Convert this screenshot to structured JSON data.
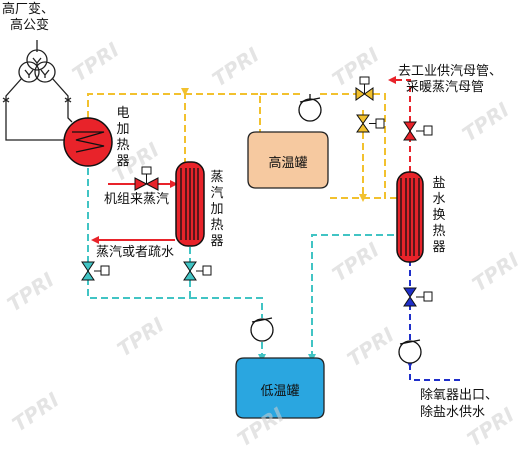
{
  "watermark": "TPRI",
  "labels": {
    "transformer": [
      "高厂变、",
      "高公变"
    ],
    "electric_heater": "电加热器",
    "steam_heater": "蒸汽加热器",
    "unit_steam_in": "机组来蒸汽",
    "steam_or_drain": "蒸汽或者疏水",
    "high_temp_tank": "高温罐",
    "low_temp_tank": "低温罐",
    "brine_exchanger": "盐水换热器",
    "to_supply": [
      "去工业供汽母管、",
      "采暖蒸汽母管"
    ],
    "from_deaerator": [
      "除氧器出口、",
      "除盐水供水"
    ]
  },
  "colors": {
    "salt_hot": "#f2c12e",
    "salt_cold": "#41c4c4",
    "steam": "#e8232a",
    "water": "#1f2fc9",
    "tank_hot": "#f6c9a0",
    "tank_cold": "#2aa6e0",
    "heater": "#e8232a"
  }
}
